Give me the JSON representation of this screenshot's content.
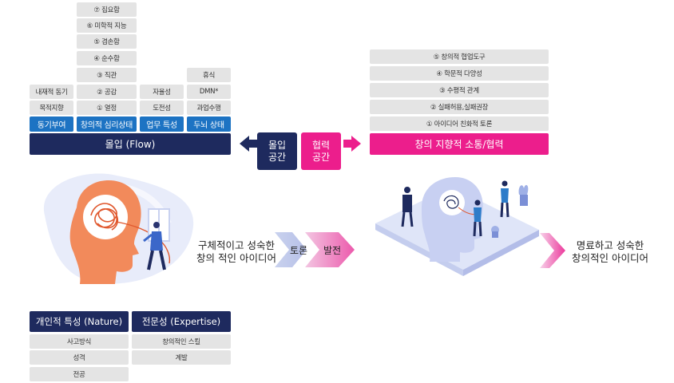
{
  "flow": {
    "title": "몰입 (Flow)",
    "columns": [
      {
        "header": "동기부여",
        "items": [
          "목적지향",
          "내재적 동기"
        ]
      },
      {
        "header": "창의적 심리상태",
        "items": [
          "① 열정",
          "② 공감",
          "③ 직관",
          "④ 순수함",
          "⑤ 겸손함",
          "⑥ 미학적 지능",
          "⑦ 집요함"
        ]
      },
      {
        "header": "업무 특성",
        "items": [
          "도전성",
          "자율성"
        ]
      },
      {
        "header": "두뇌 상태",
        "items": [
          "과업수행",
          "DMN*",
          "휴식"
        ]
      }
    ]
  },
  "spaces": {
    "flow_space": [
      "몰입",
      "공간"
    ],
    "collab_space": [
      "협력",
      "공간"
    ]
  },
  "collab": {
    "title": "창의 지향적 소통/협력",
    "items": [
      "① 아이디어 친화적 토론",
      "② 실패허용,실패권장",
      "③ 수평적 관계",
      "④ 학문적 다양성",
      "⑤ 창의적 협업도구"
    ]
  },
  "process": {
    "idea_in": [
      "구체적이고 성숙한",
      "창의 적인 아이디어"
    ],
    "steps": [
      "토론",
      "발전"
    ],
    "idea_out": [
      "명료하고 성숙한",
      "창의적인 아이디어"
    ]
  },
  "nature": {
    "title": "개인적 특성 (Nature)",
    "items": [
      "사고방식",
      "성격",
      "전공"
    ]
  },
  "expertise": {
    "title": "전문성 (Expertise)",
    "items": [
      "창의적인 스킬",
      "계발"
    ]
  },
  "colors": {
    "navy": "#1e2a5e",
    "blue": "#1d73c3",
    "pink": "#ec1e8c",
    "gray_cell": "#e4e4e4",
    "head_orange": "#f28a5b"
  },
  "icons": [
    "brain-head-illustration",
    "collaboration-illustration",
    "chevron-arrow-icon"
  ]
}
